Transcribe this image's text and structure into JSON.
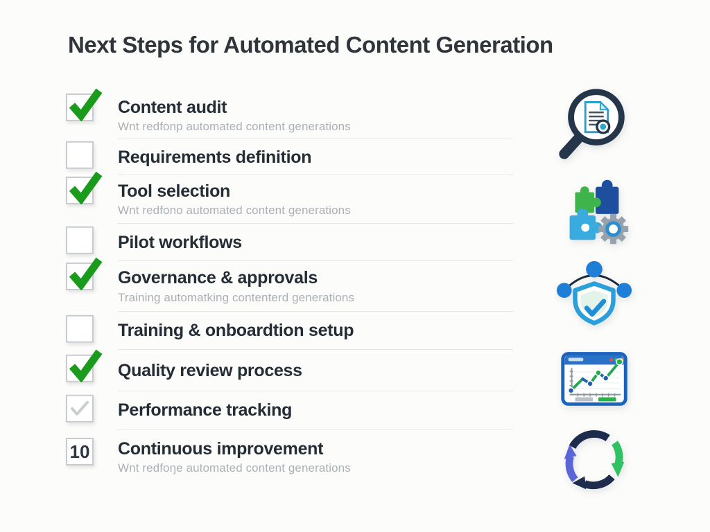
{
  "page": {
    "title": "Next Steps for Automated Content Generation",
    "background": "#fcfcfa"
  },
  "colors": {
    "check_green": "#1e9b1e",
    "check_muted": "#c9cdd2",
    "title_text": "#2f353b",
    "label_text": "#242c35",
    "sublabel_text": "#abb0b6",
    "divider": "#e4e6e8",
    "icon_navy": "#26364a",
    "icon_blue": "#2a72c8",
    "icon_cyan": "#39abdf",
    "icon_green": "#3eb44b",
    "icon_purple": "#5a65d8"
  },
  "items": [
    {
      "label": "Content audit",
      "sublabel": "Wnt redfonp automated content generations",
      "state": "checked"
    },
    {
      "label": "Requirements definition",
      "sublabel": "",
      "state": "unchecked"
    },
    {
      "label": "Tool selection",
      "sublabel": "Wnt redfono automated content generations",
      "state": "checked"
    },
    {
      "label": "Pilot workflows",
      "sublabel": "",
      "state": "unchecked"
    },
    {
      "label": "Governance & approvals",
      "sublabel": "Training automatking contenterd generations",
      "state": "checked"
    },
    {
      "label": "Training & onboardtion setup",
      "sublabel": "",
      "state": "unchecked"
    },
    {
      "label": "Quality review process",
      "sublabel": "",
      "state": "checked"
    },
    {
      "label": "Performance tracking",
      "sublabel": "",
      "state": "checked-muted"
    },
    {
      "label": "Continuous improvement",
      "sublabel": "Wnt redfoŋe automated content generations",
      "state": "number",
      "number": "10"
    }
  ],
  "icons": [
    {
      "name": "document-search-icon"
    },
    {
      "name": "puzzle-integration-gear-icon"
    },
    {
      "name": "shield-check-network-icon"
    },
    {
      "name": "analytics-chart-window-icon"
    },
    {
      "name": "cycle-arrows-icon"
    }
  ]
}
